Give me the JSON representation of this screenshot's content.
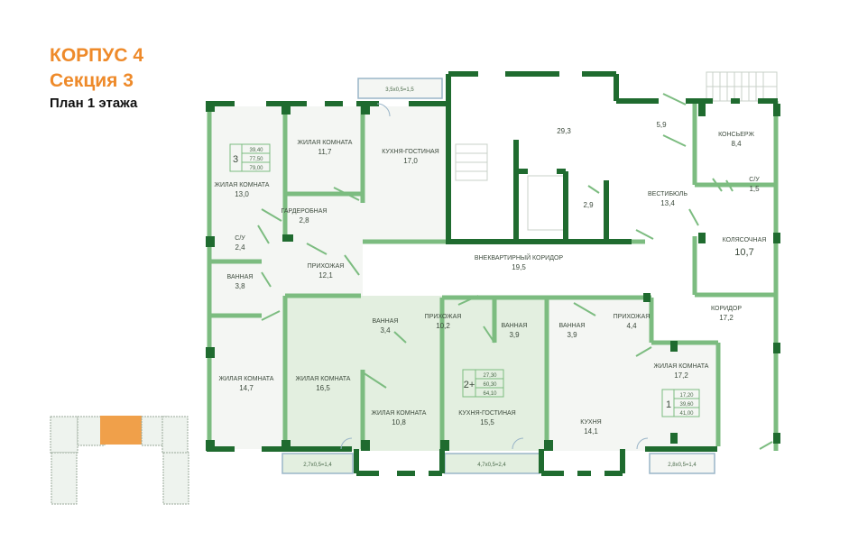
{
  "header": {
    "building": "КОРПУС 4",
    "section": "Секция 3",
    "plan": "План 1 этажа"
  },
  "colors": {
    "accent_orange": "#ee8a2a",
    "wall_dark": "#1f6b2f",
    "wall_light": "#7cbc80",
    "apartment_fill": "#e4f0e2",
    "common_fill": "#ffffff",
    "room_fill": "#f3f6f2"
  },
  "apartments": [
    {
      "rooms": "3",
      "living_area": "39,40",
      "total_area": "77,50",
      "area_with_balcony": "79,00"
    },
    {
      "rooms": "2+",
      "living_area": "27,30",
      "total_area": "60,30",
      "area_with_balcony": "64,10"
    },
    {
      "rooms": "1",
      "living_area": "17,20",
      "total_area": "39,60",
      "area_with_balcony": "41,00"
    }
  ],
  "rooms": {
    "r1": {
      "name": "ЖИЛАЯ КОМНАТА",
      "area": "13,0"
    },
    "r2": {
      "name": "ЖИЛАЯ КОМНАТА",
      "area": "11,7"
    },
    "r3": {
      "name": "КУХНЯ-ГОСТИНАЯ",
      "area": "17,0"
    },
    "r4": {
      "name": "ГАРДЕРОБНАЯ",
      "area": "2,8"
    },
    "r5": {
      "name": "С/У",
      "area": "2,4"
    },
    "r6": {
      "name": "ВАННАЯ",
      "area": "3,8"
    },
    "r7": {
      "name": "ПРИХОЖАЯ",
      "area": "12,1"
    },
    "r8": {
      "name": "ЖИЛАЯ КОМНАТА",
      "area": "14,7"
    },
    "r9": {
      "name": "",
      "area": "29,3"
    },
    "r10": {
      "name": "",
      "area": "2,9"
    },
    "r11": {
      "name": "",
      "area": "5,9"
    },
    "r12": {
      "name": "КОНСЬЕРЖ",
      "area": "8,4"
    },
    "r13": {
      "name": "С/У",
      "area": "1,5"
    },
    "r14": {
      "name": "ВЕСТИБЮЛЬ",
      "area": "13,4"
    },
    "r15": {
      "name": "КОЛЯСОЧНАЯ",
      "area": "10,7"
    },
    "r16": {
      "name": "ВНЕКВАРТИРНЫЙ КОРИДОР",
      "area": "19,5"
    },
    "r17": {
      "name": "КОРИДОР",
      "area": "17,2"
    },
    "r18": {
      "name": "ВАННАЯ",
      "area": "3,4"
    },
    "r19": {
      "name": "ПРИХОЖАЯ",
      "area": "10,2"
    },
    "r20": {
      "name": "ВАННАЯ",
      "area": "3,9"
    },
    "r21": {
      "name": "ВАННАЯ",
      "area": "3,9"
    },
    "r22": {
      "name": "ПРИХОЖАЯ",
      "area": "4,4"
    },
    "r23": {
      "name": "ЖИЛАЯ КОМНАТА",
      "area": "16,5"
    },
    "r24": {
      "name": "ЖИЛАЯ КОМНАТА",
      "area": "10,8"
    },
    "r25": {
      "name": "КУХНЯ-ГОСТИНАЯ",
      "area": "15,5"
    },
    "r26": {
      "name": "КУХНЯ",
      "area": "14,1"
    },
    "r27": {
      "name": "ЖИЛАЯ КОМНАТА",
      "area": "17,2"
    }
  },
  "balconies": {
    "b1": "3,5х0,5=1,5",
    "b2": "2,7х0,5=1,4",
    "b3": "4,7х0,5=2,4",
    "b4": "2,8х0,5=1,4"
  },
  "minimap": {
    "highlighted_section": "Секция 3",
    "highlight_color": "#f0a04a"
  }
}
